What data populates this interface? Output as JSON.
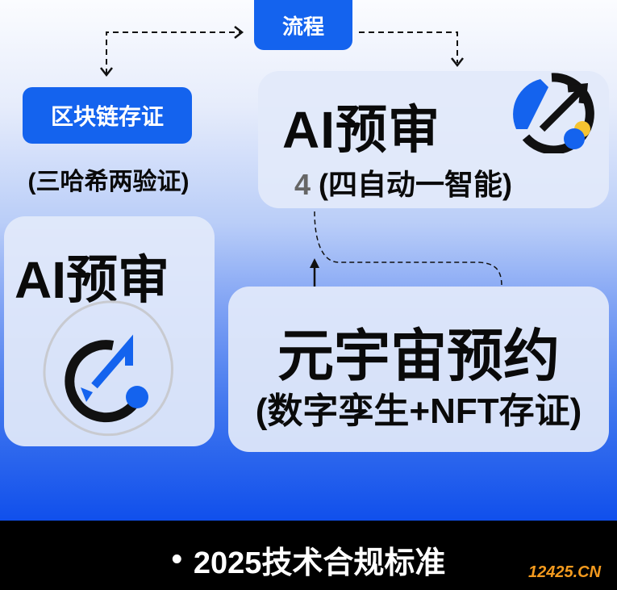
{
  "flow": {
    "label": "流程"
  },
  "blockchain": {
    "label": "区块链存证",
    "sub": "(三哈希两验证)"
  },
  "ai_review_top": {
    "title": "AI预审",
    "number": "4",
    "sub": "(四自动一智能)"
  },
  "ai_review_left": {
    "title": "AI预审"
  },
  "metaverse": {
    "title": "元宇宙预约",
    "sub": "(数字孪生+NFT存证)"
  },
  "footer": {
    "bullet": "•",
    "text": "2025技术合规标准"
  },
  "watermark": {
    "text": "12425.CN"
  },
  "colors": {
    "accent": "#1463ee",
    "yellow": "#f5c431",
    "footer": "#000000"
  }
}
